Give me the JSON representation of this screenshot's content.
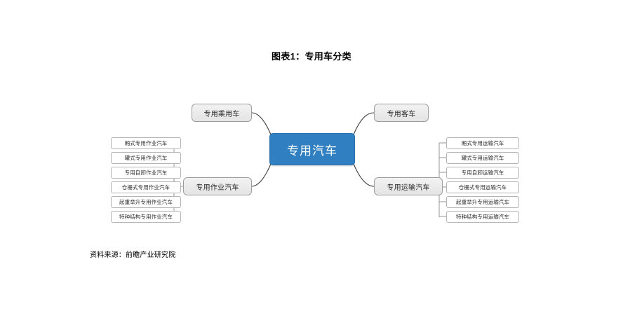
{
  "figure": {
    "title": "图表1：专用车分类",
    "source_note": "资料来源：前瞻产业研究院"
  },
  "colors": {
    "root_fill": "#2f7fc1",
    "root_text": "#ffffff",
    "branch_fill": "#ececec",
    "branch_border": "#9d9d9d",
    "leaf_fill": "#ffffff",
    "leaf_border": "#b4b4b4",
    "connector": "#3a3a3a",
    "background": "#ffffff"
  },
  "mindmap": {
    "root": {
      "label": "专用汽车"
    },
    "branches": [
      {
        "id": "passenger",
        "label": "专用乘用车",
        "side": "left",
        "leaves": []
      },
      {
        "id": "bus",
        "label": "专用客车",
        "side": "right",
        "leaves": []
      },
      {
        "id": "work",
        "label": "专用作业汽车",
        "side": "left",
        "leaves": [
          "厢式专用作业汽车",
          "罐式专用作业汽车",
          "专用自卸作业汽车",
          "仓栅式专用作业汽车",
          "起重举升专用作业汽车",
          "特种结构专用作业汽车"
        ]
      },
      {
        "id": "transport",
        "label": "专用运输汽车",
        "side": "right",
        "leaves": [
          "厢式专用运输汽车",
          "罐式专用运输汽车",
          "专用自卸运输汽车",
          "仓栅式专用运输汽车",
          "起重举升专用运输汽车",
          "特种结构专用运输汽车"
        ]
      }
    ]
  }
}
